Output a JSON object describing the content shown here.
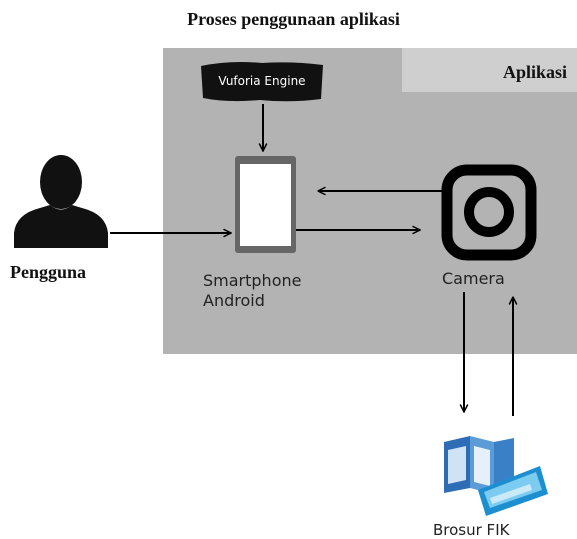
{
  "title": "Proses penggunaan aplikasi",
  "app_panel": {
    "label": "Aplikasi"
  },
  "nodes": {
    "engine": "Vuforia Engine",
    "user": "Pengguna",
    "smartphone": {
      "line1": "Smartphone",
      "line2": "Android"
    },
    "camera": "Camera",
    "brochure": "Brosur FIK"
  },
  "icons": {
    "user": "person-silhouette-icon",
    "smartphone": "smartphone-icon",
    "camera": "camera-icon",
    "brochure": "brochure-icon"
  }
}
